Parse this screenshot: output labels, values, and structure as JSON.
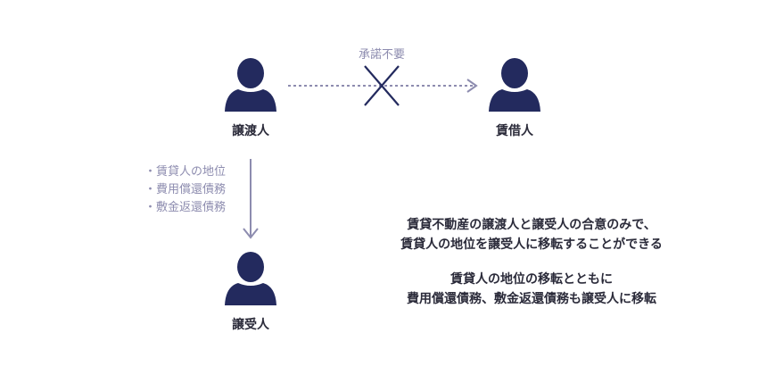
{
  "parties": {
    "transferor": "譲渡人",
    "lessee": "賃借人",
    "transferee": "譲受人"
  },
  "consent_label": "承諾不要",
  "notes": [
    "賃貸人の地位",
    "費用償還債務",
    "敷金返還債務"
  ],
  "description": {
    "paragraph1": [
      "賃貸不動産の譲渡人と譲受人の合意のみで、",
      "賃貸人の地位を譲受人に移転することができる"
    ],
    "paragraph2": [
      "賃貸人の地位の移転とともに",
      "費用償還債務、敷金返還債務も譲受人に移転"
    ]
  },
  "colors": {
    "person": "#232a5e",
    "arrow": "#8d8caf",
    "text": "#2b2b3a"
  }
}
